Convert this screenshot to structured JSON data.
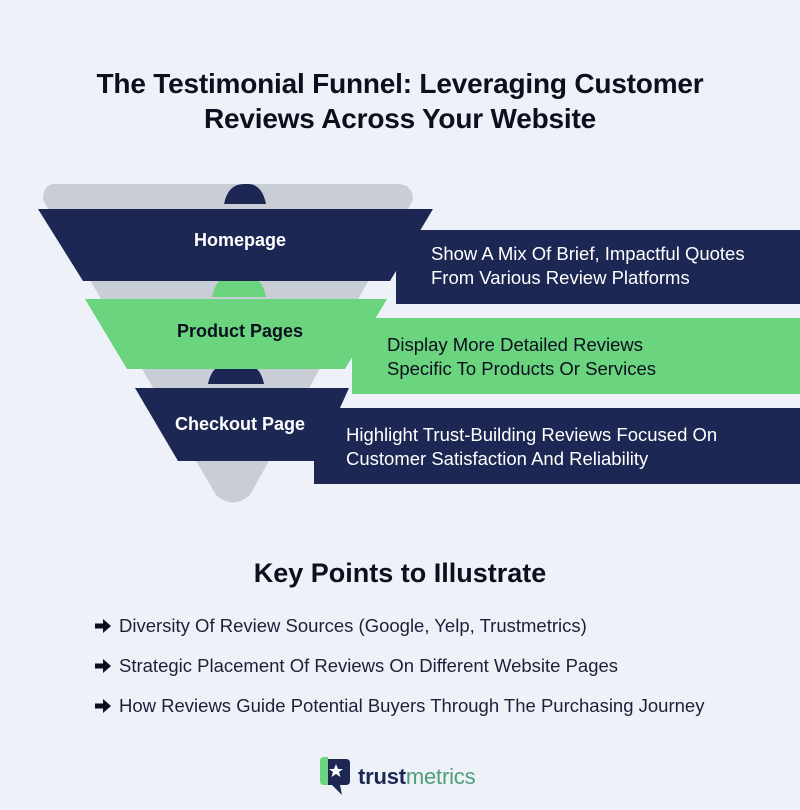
{
  "title": {
    "line1": "The Testimonial Funnel: Leveraging Customer",
    "line2": "Reviews Across Your Website"
  },
  "stages": [
    {
      "label": "Homepage",
      "desc_line1": "Show A Mix Of Brief, Impactful Quotes",
      "desc_line2": "From Various Review Platforms"
    },
    {
      "label": "Product Pages",
      "desc_line1": "Display More Detailed Reviews",
      "desc_line2": "Specific To Products Or Services"
    },
    {
      "label": "Checkout Page",
      "desc_line1": "Highlight Trust-Building Reviews Focused On",
      "desc_line2": "Customer Satisfaction And Reliability"
    }
  ],
  "key_points": {
    "title": "Key Points to Illustrate",
    "items": [
      "Diversity Of Review Sources (Google, Yelp, Trustmetrics)",
      "Strategic Placement Of Reviews On Different Website Pages",
      "How Reviews Guide Potential Buyers Through The Purchasing Journey"
    ]
  },
  "logo": {
    "text_bold": "trust",
    "text_light": "metrics"
  },
  "colors": {
    "background": "#eef1f8",
    "navy": "#1c2753",
    "green": "#6bd47e",
    "funnel_gray": "#c9ced6",
    "text_dark": "#0b0f1e"
  }
}
